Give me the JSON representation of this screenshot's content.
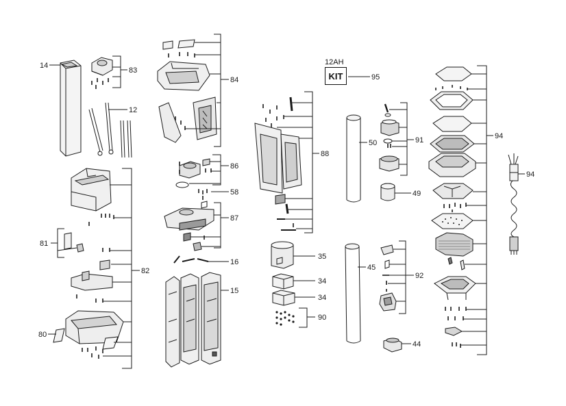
{
  "kit": {
    "capacity": "12AH",
    "label": "KIT",
    "number": "95"
  },
  "callouts": [
    {
      "id": "c14",
      "text": "14"
    },
    {
      "id": "c83",
      "text": "83"
    },
    {
      "id": "c12",
      "text": "12"
    },
    {
      "id": "c84",
      "text": "84"
    },
    {
      "id": "c86",
      "text": "86"
    },
    {
      "id": "c58",
      "text": "58"
    },
    {
      "id": "c87",
      "text": "87"
    },
    {
      "id": "c16",
      "text": "16"
    },
    {
      "id": "c15",
      "text": "15"
    },
    {
      "id": "c81",
      "text": "81"
    },
    {
      "id": "c82",
      "text": "82"
    },
    {
      "id": "c80",
      "text": "80"
    },
    {
      "id": "c88",
      "text": "88"
    },
    {
      "id": "c35",
      "text": "35"
    },
    {
      "id": "c34a",
      "text": "34"
    },
    {
      "id": "c34b",
      "text": "34"
    },
    {
      "id": "c90",
      "text": "90"
    },
    {
      "id": "c50",
      "text": "50"
    },
    {
      "id": "c91",
      "text": "91"
    },
    {
      "id": "c49",
      "text": "49"
    },
    {
      "id": "c45",
      "text": "45"
    },
    {
      "id": "c92",
      "text": "92"
    },
    {
      "id": "c44",
      "text": "44"
    },
    {
      "id": "c94a",
      "text": "94"
    },
    {
      "id": "c94b",
      "text": "94"
    }
  ],
  "colors": {
    "line": "#1a1a1a",
    "part_fill": "#f2f2f2",
    "part_shade": "#bdbdbd"
  }
}
